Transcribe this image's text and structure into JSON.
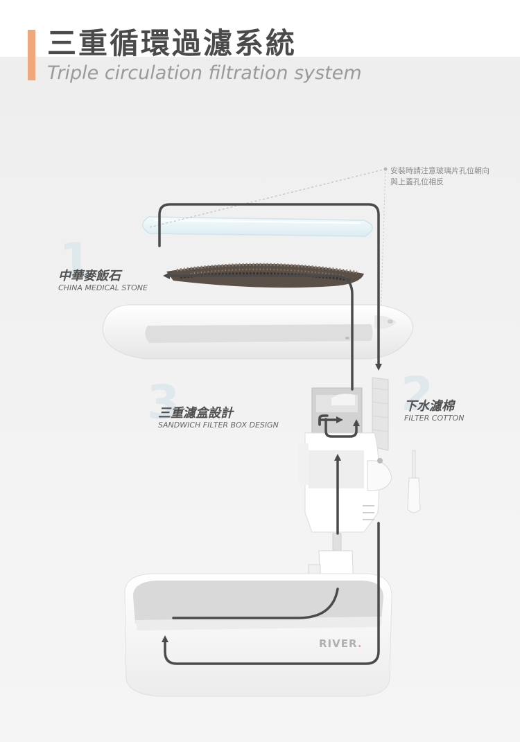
{
  "header": {
    "title_zh": "三重循環過濾系統",
    "title_en": "Triple circulation filtration system"
  },
  "note": {
    "line1": "安裝時請注意玻璃片孔位朝向",
    "line2": "與上蓋孔位相反"
  },
  "labels": [
    {
      "number": "1",
      "zh": "中華麥飯石",
      "en": "CHINA MEDICAL STONE"
    },
    {
      "number": "2",
      "zh": "下水濾棉",
      "en": "FILTER COTTON"
    },
    {
      "number": "3",
      "zh": "三重濾盒設計",
      "en": "SANDWICH FILTER BOX DESIGN"
    }
  ],
  "brand": {
    "name": "RIVER",
    "dot": "."
  },
  "colors": {
    "accent": "#f0a77c",
    "arrow": "#4a4a4a",
    "title": "#4a4a4a"
  }
}
